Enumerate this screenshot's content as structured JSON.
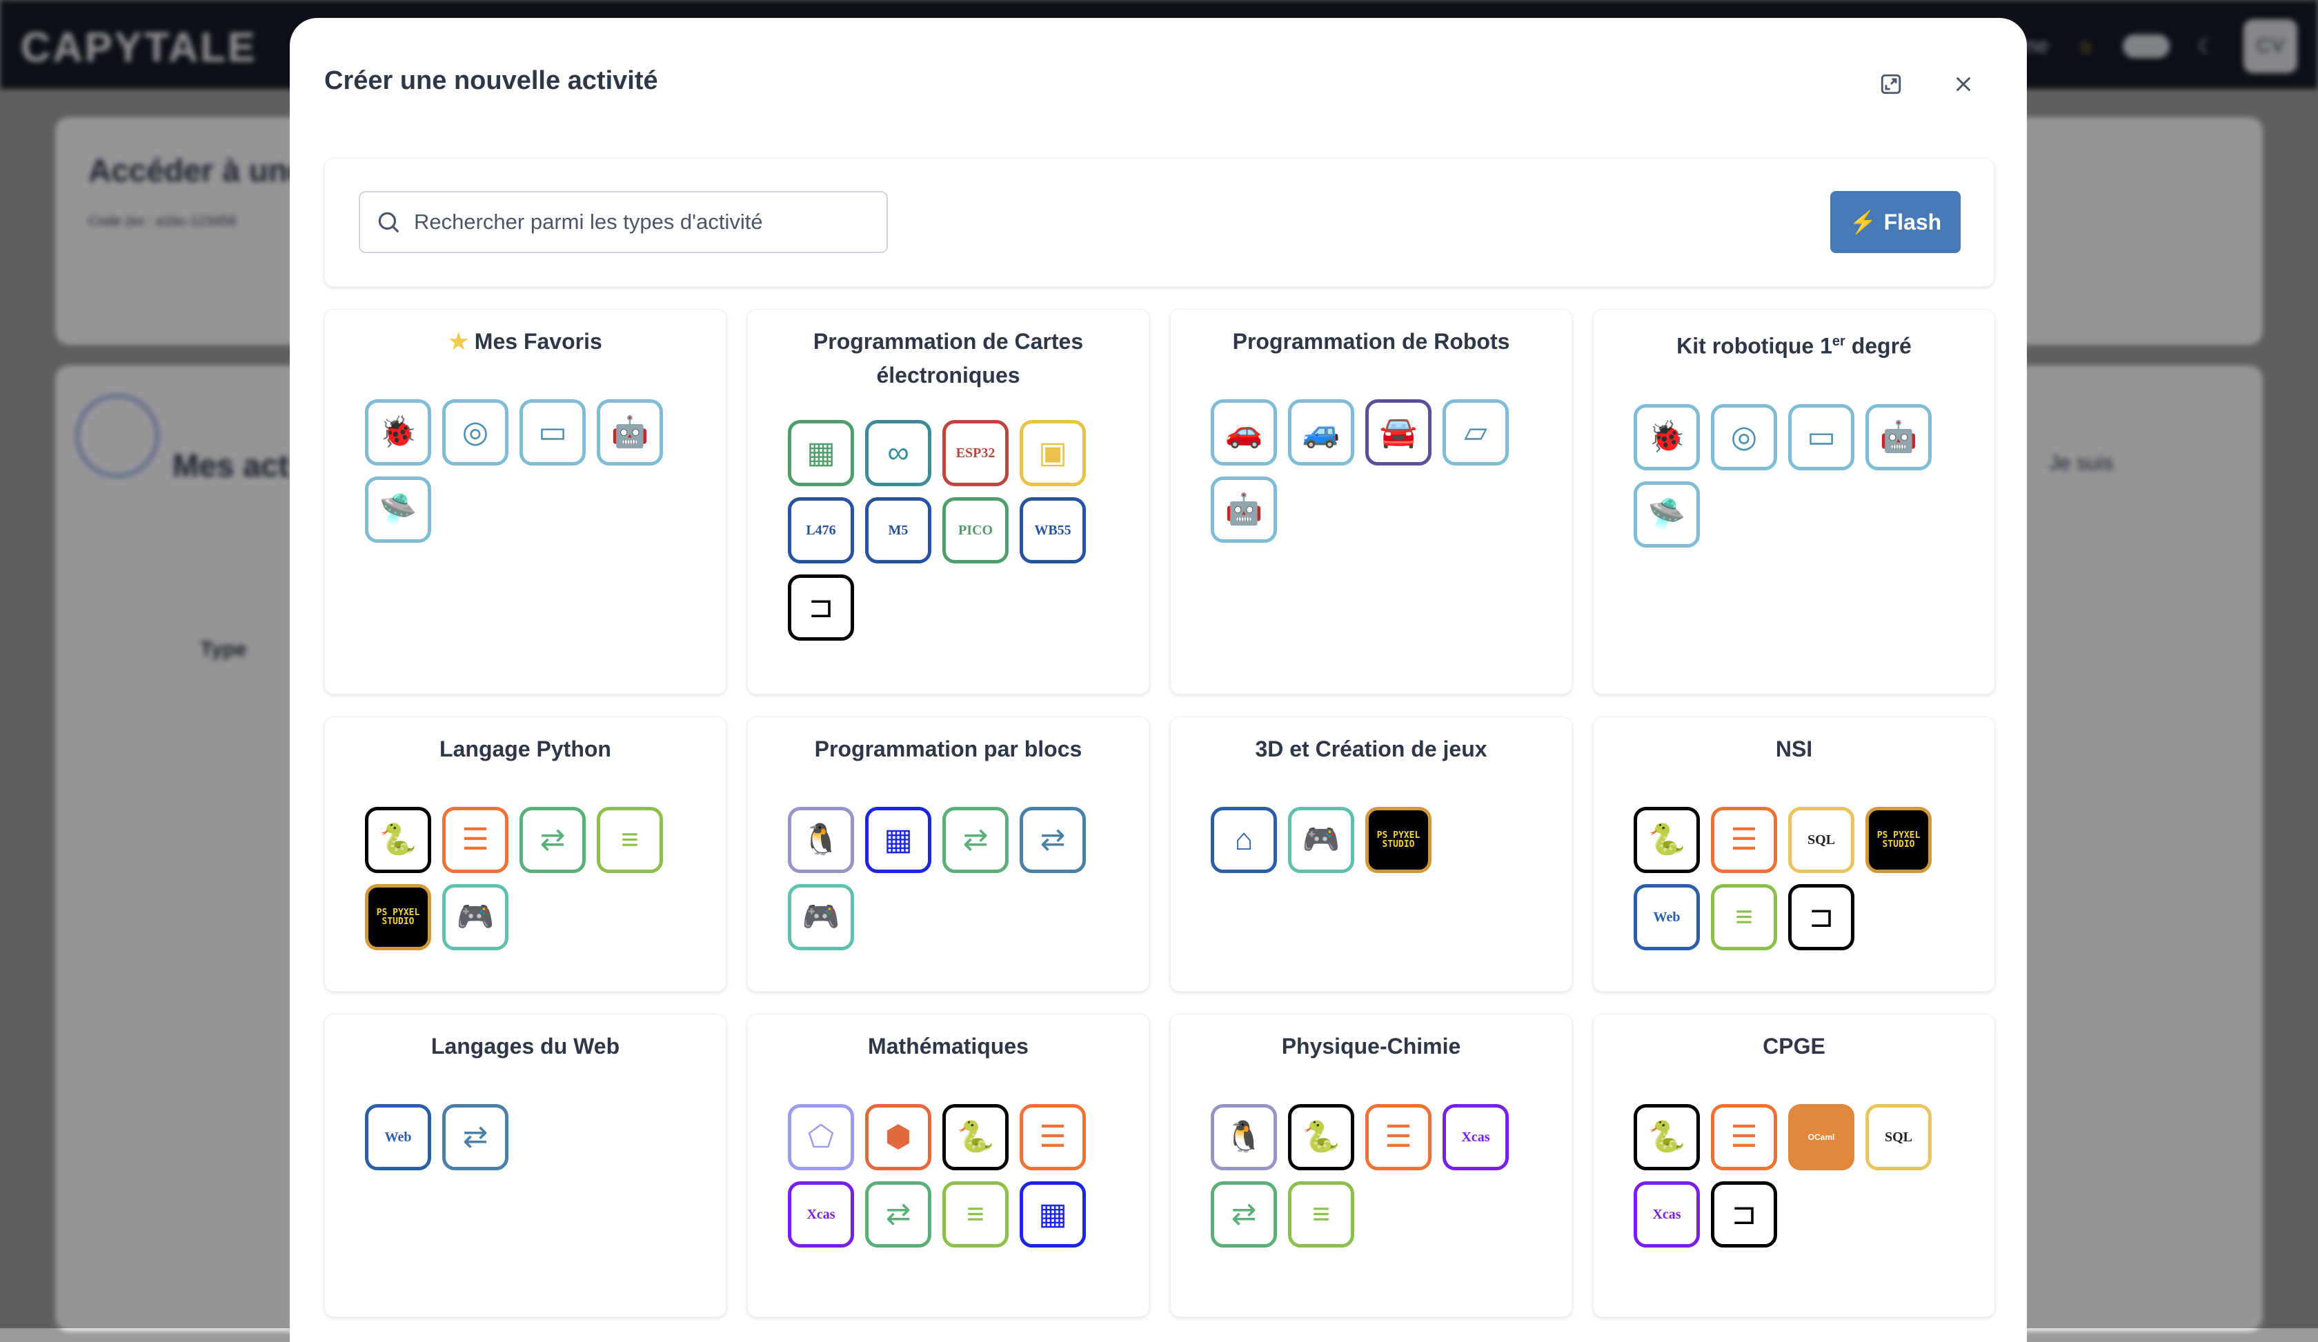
{
  "background": {
    "logo": "CAPYTALE",
    "nav_partial": "me",
    "avatar": "CV",
    "access_title": "Accéder à une",
    "code_hint": "Code (ex : a1bc-123456",
    "my_activities": "Mes act",
    "type_header": "Type",
    "role_select": "Je suis"
  },
  "modal": {
    "title": "Créer une nouvelle activité",
    "search_placeholder": "Rechercher parmi les types d'activité",
    "flash_label": "Flash"
  },
  "categories": [
    {
      "title": "Mes Favoris",
      "star": true,
      "icons": [
        {
          "name": "thymio",
          "color": "#7fbcd6",
          "glyph": "🐞"
        },
        {
          "name": "sphero",
          "color": "#7fbcd6",
          "glyph": "◎"
        },
        {
          "name": "blue-bot-board",
          "color": "#7fbcd6",
          "glyph": "▭"
        },
        {
          "name": "cozmo",
          "color": "#7fbcd6",
          "glyph": "🤖"
        },
        {
          "name": "robot-mbot",
          "color": "#7fbcd6",
          "glyph": "🛸"
        }
      ]
    },
    {
      "title": "Programmation de Cartes électroniques",
      "two": true,
      "icons": [
        {
          "name": "microbit",
          "color": "#4f9d6a",
          "glyph": "▦"
        },
        {
          "name": "arduino",
          "color": "#3b8c96",
          "glyph": "∞"
        },
        {
          "name": "esp32",
          "color": "#b9473f",
          "label": "ESP32"
        },
        {
          "name": "gamebuino",
          "color": "#e9c24a",
          "glyph": "▣"
        },
        {
          "name": "stm32-l476",
          "color": "#2652a0",
          "label": "L476"
        },
        {
          "name": "m5stack",
          "color": "#2652a0",
          "label": "M5"
        },
        {
          "name": "pico",
          "color": "#4f9d6a",
          "label": "PICO"
        },
        {
          "name": "stm32-wb55",
          "color": "#2652a0",
          "label": "WB55"
        },
        {
          "name": "logic-gate",
          "color": "#000000",
          "glyph": "⊐"
        }
      ]
    },
    {
      "title": "Programmation de Robots",
      "icons": [
        {
          "name": "robot-car",
          "color": "#7fbcd6",
          "glyph": "🚗"
        },
        {
          "name": "robot-alphabot",
          "color": "#7fbcd6",
          "glyph": "🚙"
        },
        {
          "name": "robot-blue",
          "color": "#5a4f9a",
          "glyph": "🚘"
        },
        {
          "name": "robot-white",
          "color": "#7fbcd6",
          "glyph": "▱"
        },
        {
          "name": "robot-humanoid",
          "color": "#7fbcd6",
          "glyph": "🤖"
        }
      ]
    },
    {
      "title": "Kit robotique 1",
      "sup": "er",
      "title_end": " degré",
      "icons": [
        {
          "name": "thymio",
          "color": "#7fbcd6",
          "glyph": "🐞"
        },
        {
          "name": "sphero",
          "color": "#7fbcd6",
          "glyph": "◎"
        },
        {
          "name": "blue-bot-board",
          "color": "#7fbcd6",
          "glyph": "▭"
        },
        {
          "name": "cozmo",
          "color": "#7fbcd6",
          "glyph": "🤖"
        },
        {
          "name": "robot-mbot",
          "color": "#7fbcd6",
          "glyph": "🛸"
        }
      ]
    },
    {
      "title": "Langage Python",
      "icons": [
        {
          "name": "python-console",
          "color": "#000000",
          "glyph": "🐍"
        },
        {
          "name": "python-notebook",
          "color": "#ee7233",
          "glyph": "☰"
        },
        {
          "name": "python-blocks",
          "color": "#5aae78",
          "glyph": "⇄"
        },
        {
          "name": "python-parsons",
          "color": "#8cc04b",
          "glyph": "≡"
        },
        {
          "name": "pyxel-studio",
          "color": "#d09a38",
          "label": "PS PYXEL STUDIO",
          "ps": true
        },
        {
          "name": "game-code",
          "color": "#5fc0ae",
          "glyph": "🎮"
        }
      ]
    },
    {
      "title": "Programmation par blocs",
      "icons": [
        {
          "name": "penguin",
          "color": "#9595c8",
          "glyph": "🐧"
        },
        {
          "name": "pixel-grid",
          "color": "#1a25e8",
          "glyph": "▦"
        },
        {
          "name": "python-blocks",
          "color": "#5aae78",
          "glyph": "⇄"
        },
        {
          "name": "web-blocks",
          "color": "#4a7fa8",
          "glyph": "⇄"
        },
        {
          "name": "game-code",
          "color": "#5fc0ae",
          "glyph": "🎮"
        }
      ]
    },
    {
      "title": "3D et Création de jeux",
      "icons": [
        {
          "name": "sweet-home-3d",
          "color": "#2a5ea8",
          "glyph": "⌂"
        },
        {
          "name": "game-code",
          "color": "#5fc0ae",
          "glyph": "🎮"
        },
        {
          "name": "pyxel-studio",
          "color": "#d09a38",
          "label": "PS PYXEL STUDIO",
          "ps": true
        }
      ]
    },
    {
      "title": "NSI",
      "icons": [
        {
          "name": "python-console",
          "color": "#000000",
          "glyph": "🐍"
        },
        {
          "name": "python-notebook",
          "color": "#ee7233",
          "glyph": "☰"
        },
        {
          "name": "sql",
          "color": "#e9c35e",
          "label": "SQL"
        },
        {
          "name": "pyxel-studio",
          "color": "#d09a38",
          "label": "PS PYXEL STUDIO",
          "ps": true
        },
        {
          "name": "web",
          "color": "#2a5ea8",
          "label": "Web"
        },
        {
          "name": "python-parsons",
          "color": "#8cc04b",
          "glyph": "≡"
        },
        {
          "name": "logic-gate",
          "color": "#000000",
          "glyph": "⊐"
        }
      ]
    },
    {
      "title": "Langages du Web",
      "icons": [
        {
          "name": "web",
          "color": "#2a5ea8",
          "label": "Web"
        },
        {
          "name": "web-blocks",
          "color": "#4a7fa8",
          "glyph": "⇄"
        }
      ]
    },
    {
      "title": "Mathématiques",
      "icons": [
        {
          "name": "geogebra",
          "color": "#9b9bf0",
          "glyph": "⬠"
        },
        {
          "name": "mathalea",
          "color": "#e06a3c",
          "glyph": "⬢"
        },
        {
          "name": "python-console",
          "color": "#000000",
          "glyph": "🐍"
        },
        {
          "name": "python-notebook",
          "color": "#ee7233",
          "glyph": "☰"
        },
        {
          "name": "xcas",
          "color": "#7a1ef0",
          "label": "Xcas"
        },
        {
          "name": "python-blocks",
          "color": "#5aae78",
          "glyph": "⇄"
        },
        {
          "name": "python-parsons",
          "color": "#8cc04b",
          "glyph": "≡"
        },
        {
          "name": "pixel-grid",
          "color": "#1a25e8",
          "glyph": "▦"
        }
      ]
    },
    {
      "title": "Physique-Chimie",
      "icons": [
        {
          "name": "penguin",
          "color": "#9595c8",
          "glyph": "🐧"
        },
        {
          "name": "python-console",
          "color": "#000000",
          "glyph": "🐍"
        },
        {
          "name": "python-notebook",
          "color": "#ee7233",
          "glyph": "☰"
        },
        {
          "name": "xcas",
          "color": "#7a1ef0",
          "label": "Xcas"
        },
        {
          "name": "python-blocks",
          "color": "#5aae78",
          "glyph": "⇄"
        },
        {
          "name": "python-parsons",
          "color": "#8cc04b",
          "glyph": "≡"
        }
      ]
    },
    {
      "title": "CPGE",
      "icons": [
        {
          "name": "python-console",
          "color": "#000000",
          "glyph": "🐍"
        },
        {
          "name": "python-notebook",
          "color": "#ee7233",
          "glyph": "☰"
        },
        {
          "name": "ocaml",
          "color": "#e0873c",
          "label": "OCaml",
          "ocaml": true
        },
        {
          "name": "sql",
          "color": "#e9c35e",
          "label": "SQL"
        },
        {
          "name": "xcas",
          "color": "#7a1ef0",
          "label": "Xcas"
        },
        {
          "name": "logic-gate",
          "color": "#000000",
          "glyph": "⊐"
        }
      ]
    }
  ]
}
